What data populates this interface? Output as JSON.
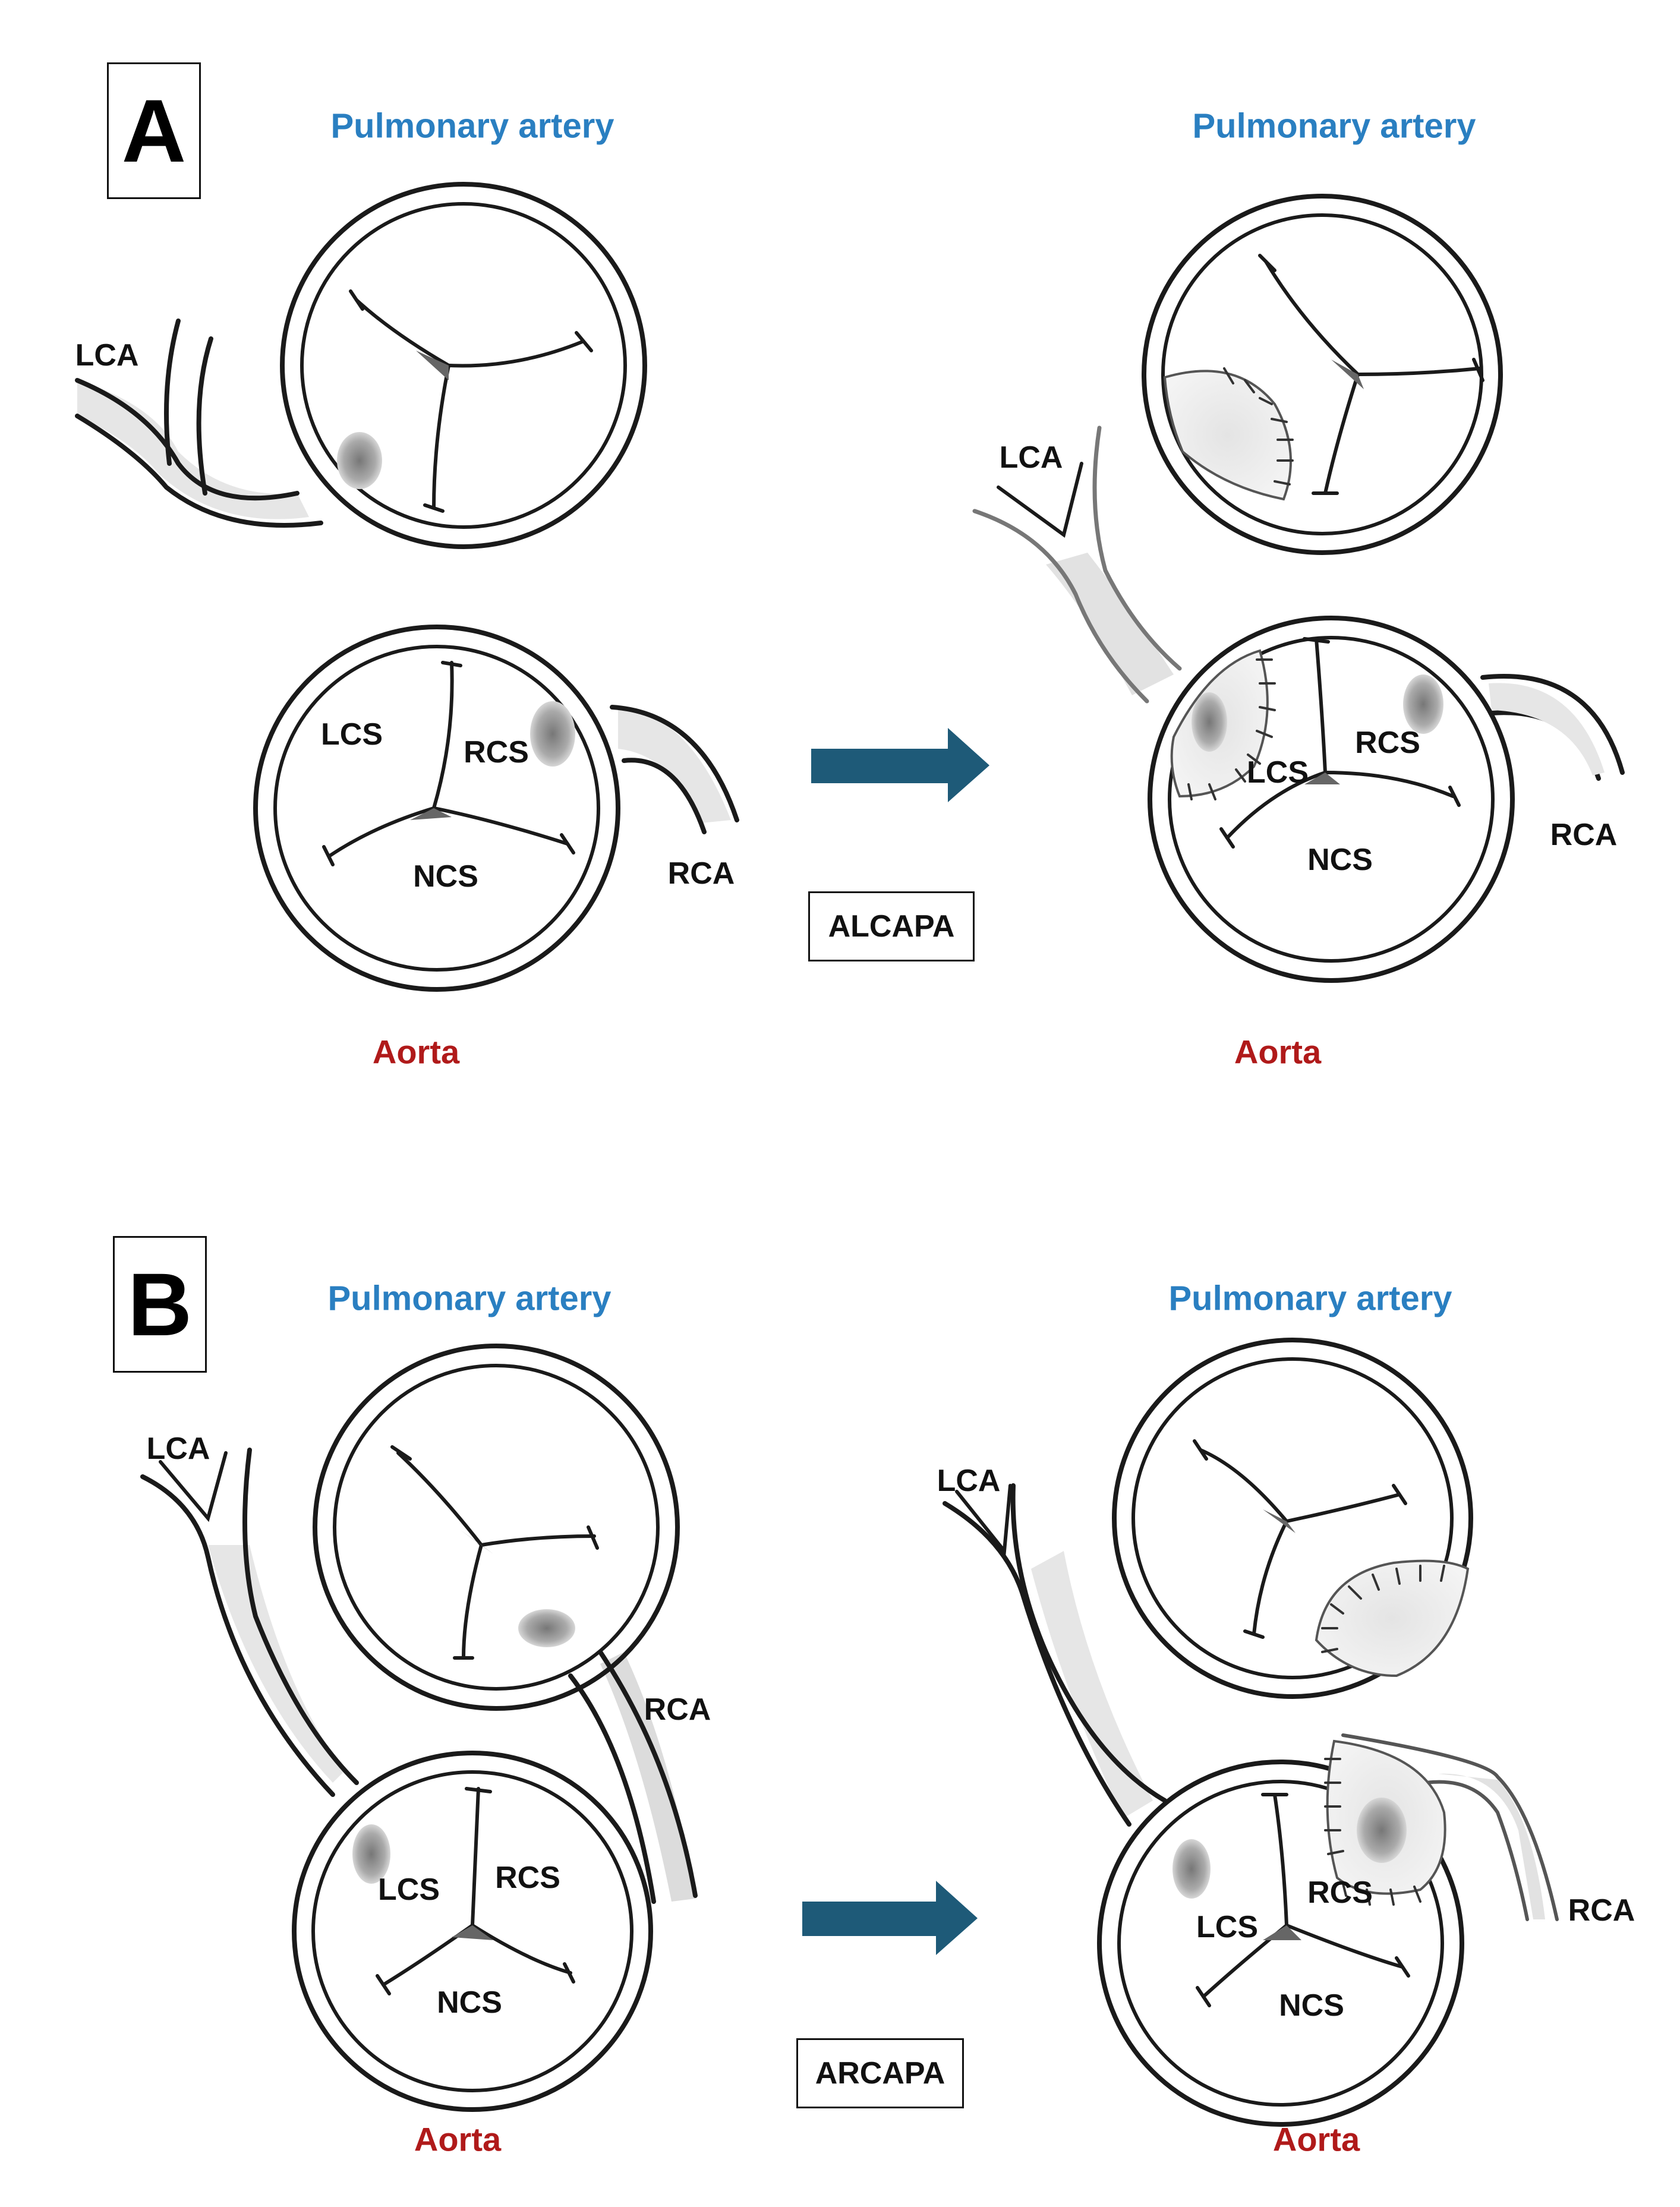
{
  "colors": {
    "pulmonary_label": "#2a7fc1",
    "aorta_label": "#b01a1a",
    "arrow": "#1e5a78",
    "ink": "#1a1a1a",
    "vessel_fill": "#e6e6e6"
  },
  "panel_a": {
    "letter": "A",
    "procedure": "ALCAPA",
    "before": {
      "top_title": "Pulmonary artery",
      "bottom_title": "Aorta",
      "lca": "LCA",
      "rca": "RCA",
      "lcs": "LCS",
      "rcs": "RCS",
      "ncs": "NCS"
    },
    "after": {
      "top_title": "Pulmonary artery",
      "bottom_title": "Aorta",
      "lca": "LCA",
      "rca": "RCA",
      "lcs": "LCS",
      "rcs": "RCS",
      "ncs": "NCS"
    }
  },
  "panel_b": {
    "letter": "B",
    "procedure": "ARCAPA",
    "before": {
      "top_title": "Pulmonary artery",
      "bottom_title": "Aorta",
      "lca": "LCA",
      "rca": "RCA",
      "lcs": "LCS",
      "rcs": "RCS",
      "ncs": "NCS"
    },
    "after": {
      "top_title": "Pulmonary artery",
      "bottom_title": "Aorta",
      "lca": "LCA",
      "rca": "RCA",
      "lcs": "LCS",
      "rcs": "RCS",
      "ncs": "NCS"
    }
  }
}
